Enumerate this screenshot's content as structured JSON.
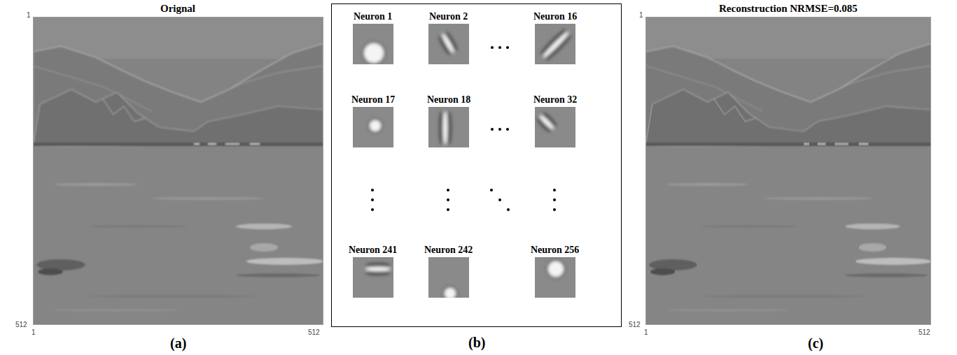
{
  "diagram": {
    "nodes": [
      {
        "text": [
          "Orignal"
        ]
      },
      {
        "text": [
          "(b)"
        ]
      },
      {
        "text": [
          "Neuron 1"
        ],
        "in": 1
      },
      {
        "text": [
          "Neuron 2"
        ],
        "in": 1
      },
      {
        "text": [
          "Neuron 16"
        ],
        "in": 1
      },
      {
        "text": [
          "Neuron 17"
        ],
        "in": 1
      },
      {
        "text": [
          "Neuron 18"
        ],
        "in": 1
      },
      {
        "text": [
          "Neuron 32"
        ],
        "in": 1
      },
      {
        "text": [
          "Neuron 241"
        ],
        "in": 1
      },
      {
        "text": [
          "Neuron 242"
        ],
        "in": 1
      },
      {
        "text": [
          "Neuron 256"
        ],
        "in": 1
      },
      {
        "text": [
          "Reconstruction NRMSE=0.085"
        ]
      }
    ],
    "labels": [
      "1",
      "512",
      "1",
      "512",
      "(a)",
      "1",
      "512",
      "1",
      "512",
      "(c)"
    ]
  }
}
